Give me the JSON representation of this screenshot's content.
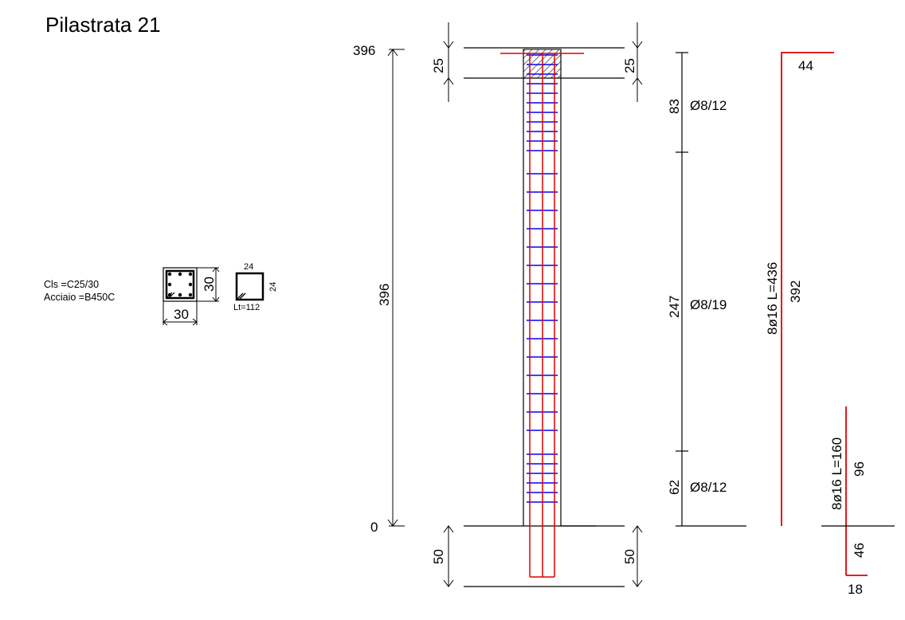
{
  "title": "Pilastrata 21",
  "materials": {
    "concrete": "Cls =C25/30",
    "steel": "Acciaio =B450C"
  },
  "section": {
    "width": "30",
    "height": "30"
  },
  "stirrup_shape": {
    "width": "24",
    "height": "24",
    "length_label": "Lt=112"
  },
  "elevations": {
    "top": "396",
    "bottom": "0",
    "total": "396"
  },
  "dims": {
    "top_left": "25",
    "top_right": "25",
    "bottom_left": "50",
    "bottom_right": "50"
  },
  "stirrup_zones": [
    {
      "length": "83",
      "spec": "Ø8/12"
    },
    {
      "length": "247",
      "spec": "Ø8/19"
    },
    {
      "length": "62",
      "spec": "Ø8/12"
    }
  ],
  "bars": [
    {
      "label": "8ø16 L=436",
      "vertical": "392",
      "hook": "44"
    },
    {
      "label": "8ø16 L=160",
      "upper": "96",
      "lower": "46",
      "hook": "18"
    }
  ],
  "colors": {
    "rebar": "#e00000",
    "stirrup": "#0000ff",
    "line": "#000000"
  }
}
